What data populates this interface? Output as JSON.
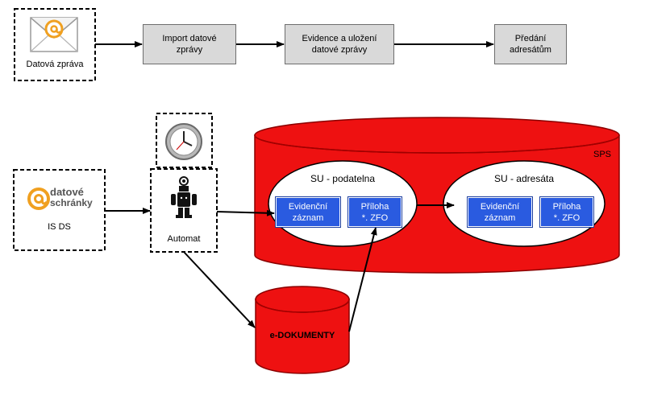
{
  "top_flow": {
    "source_label": "Datová zpráva",
    "steps": [
      "Import datové\nzprávy",
      "Evidence a uložení\ndatové zprávy",
      "Předání\nadresátům"
    ]
  },
  "isds": {
    "logo_line1": "datové",
    "logo_line2": "schránky",
    "label": "IS DS"
  },
  "automat": {
    "label": "Automat"
  },
  "sps": {
    "label": "SPS",
    "podatelna": {
      "title": "SU - podatelna",
      "items": [
        "Evidenční\nzáznam",
        "Příloha\n*. ZFO"
      ]
    },
    "adresata": {
      "title": "SU - adresáta",
      "items": [
        "Evidenční\nzáznam",
        "Příloha\n*. ZFO"
      ]
    }
  },
  "edokumenty": {
    "label": "e-DOKUMENTY"
  },
  "colors": {
    "cylinder_red": "#ee1111",
    "cylinder_dark": "#a00000",
    "box_blue": "#2a5be0",
    "box_gray": "#d9d9d9"
  }
}
